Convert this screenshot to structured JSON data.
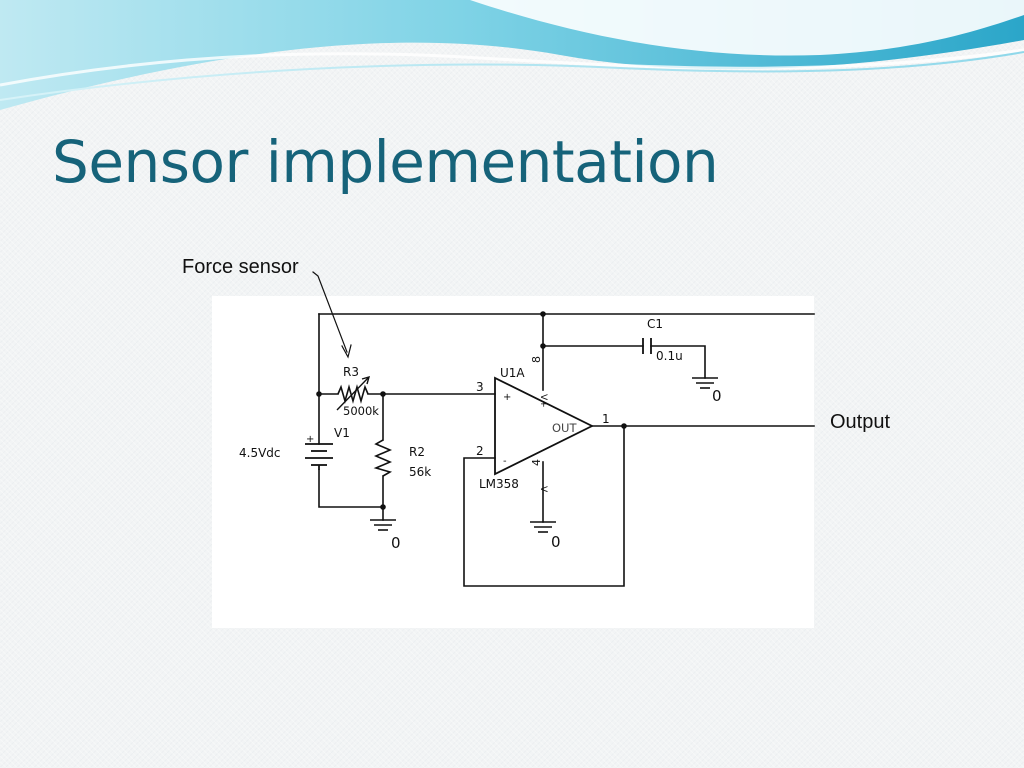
{
  "slide": {
    "title": "Sensor implementation",
    "callouts": {
      "force_sensor": "Force sensor",
      "output": "Output"
    }
  },
  "schematic": {
    "r3": {
      "ref": "R3",
      "value": "5000k"
    },
    "r2": {
      "ref": "R2",
      "value": "56k"
    },
    "v1": {
      "ref": "V1",
      "value": "4.5Vdc",
      "plus": "+"
    },
    "c1": {
      "ref": "C1",
      "value": "0.1u"
    },
    "u1": {
      "ref": "U1A",
      "part": "LM358",
      "out_label": "OUT",
      "plus_sign": "+",
      "minus_sign": "-",
      "pin_noninv": "3",
      "pin_inv": "2",
      "pin_out": "1",
      "pin_vcc": "8",
      "pin_gnd": "4",
      "vcc_label": "V+",
      "gnd_label": "V-"
    },
    "ground_label": "0"
  },
  "colors": {
    "title": "#16637a",
    "wire": "#111111",
    "banner_light": "#9fe0ec",
    "banner_dark": "#2aa3c6"
  }
}
